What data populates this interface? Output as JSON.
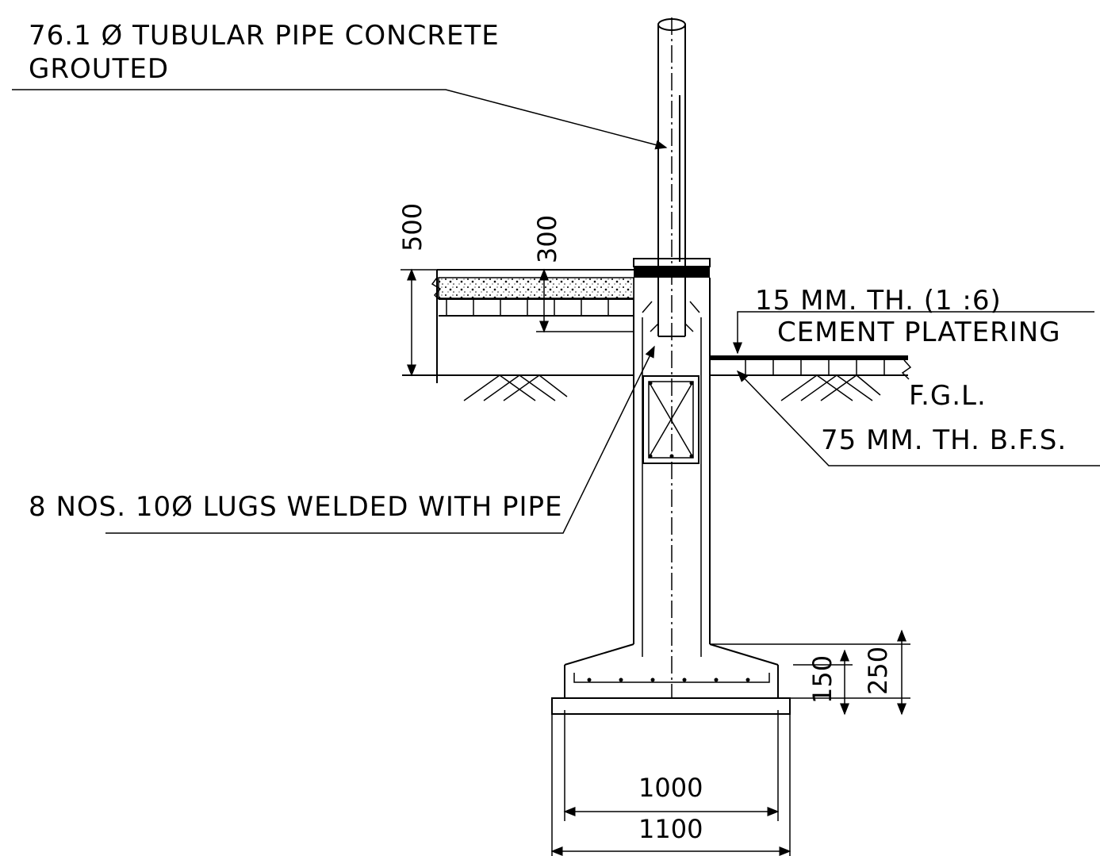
{
  "labels": {
    "pipe_line1": "76.1 Ø TUBULAR PIPE CONCRETE",
    "pipe_line2": "GROUTED",
    "plaster_line1": "15 MM. TH. (1 :6)",
    "plaster_line2": "CEMENT PLATERING",
    "fgl": "F.G.L.",
    "bfs": "75 MM. TH. B.F.S.",
    "lugs": "8 NOS. 10Ø LUGS WELDED WITH PIPE"
  },
  "dimensions": {
    "d500": "500",
    "d300": "300",
    "d150": "150",
    "d250": "250",
    "d1000": "1000",
    "d1100": "1100"
  }
}
